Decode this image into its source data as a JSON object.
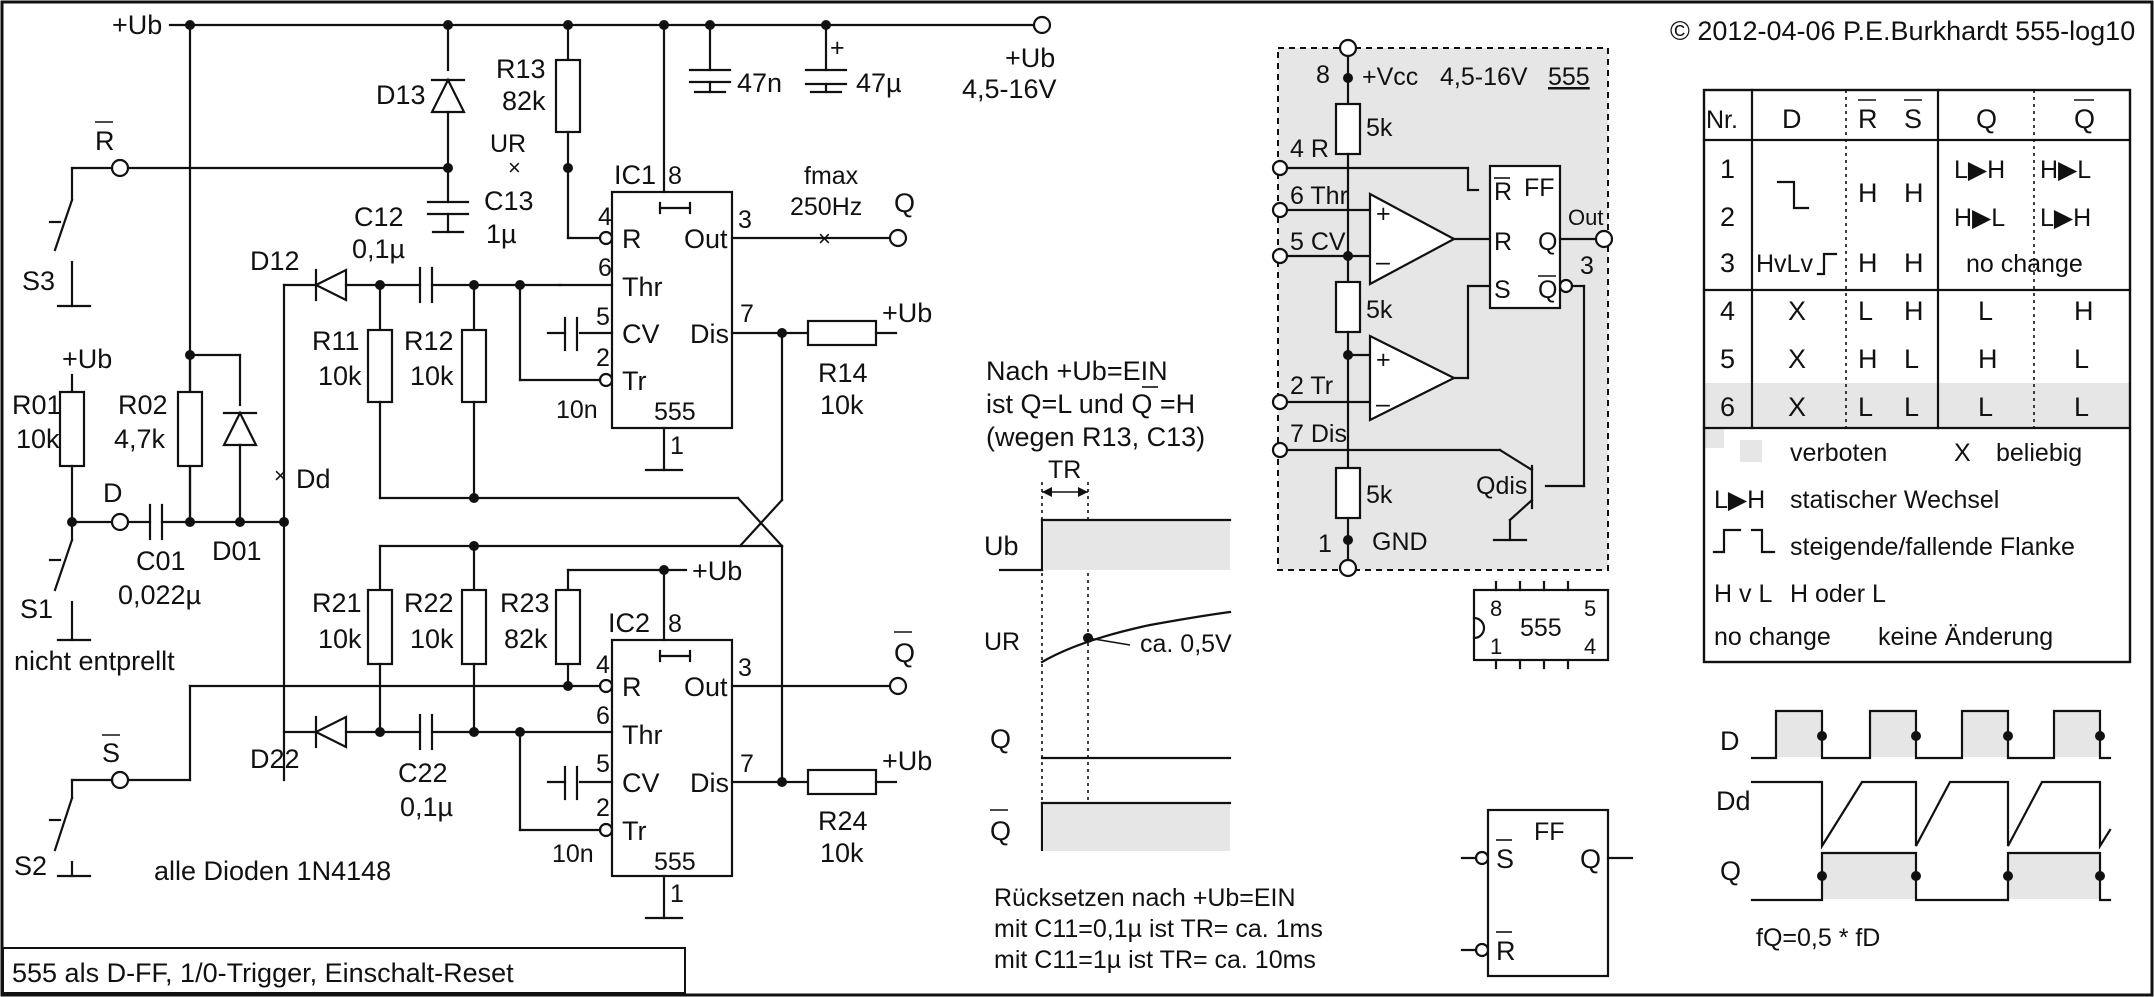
{
  "copyright": "© 2012-04-06 P.E.Burkhardt 555-log10",
  "footer_title": "555 als D-FF, 1/0-Trigger, Einschalt-Reset",
  "supply": {
    "net": "+Ub",
    "range": "4,5-16V",
    "c_small": "47n",
    "c_large": "47µ"
  },
  "labels": {
    "R_bar": "R",
    "S_bar": "S",
    "S1": "S1",
    "S2": "S2",
    "S3": "S3",
    "not_debounced": "nicht entprellt",
    "diodes_note": "alle Dioden 1N4148",
    "D": "D",
    "Dd": "Dd",
    "UR": "UR",
    "fmax": "fmax",
    "fmax_val": "250Hz",
    "Q": "Q",
    "Qbar": "Q",
    "plus_ub": "+Ub"
  },
  "components": {
    "R01": "R01",
    "R01_val": "10k",
    "R02": "R02",
    "R02_val": "4,7k",
    "C01": "C01",
    "C01_val": "0,022µ",
    "D01": "D01",
    "D12": "D12",
    "D13": "D13",
    "D22": "D22",
    "R11": "R11",
    "R11_val": "10k",
    "R12": "R12",
    "R12_val": "10k",
    "R13": "R13",
    "R13_val": "82k",
    "C12": "C12",
    "C12_val": "0,1µ",
    "C13": "C13",
    "C13_val": "1µ",
    "R14": "R14",
    "R14_val": "10k",
    "R21": "R21",
    "R21_val": "10k",
    "R22": "R22",
    "R22_val": "10k",
    "R23": "R23",
    "R23_val": "82k",
    "C22": "C22",
    "C22_val": "0,1µ",
    "R24": "R24",
    "R24_val": "10k",
    "cv_cap": "10n"
  },
  "ic1": {
    "name": "IC1",
    "type": "555",
    "pin8": "8",
    "pin1": "1",
    "pin4": "4",
    "pin6": "6",
    "pin5": "5",
    "pin2": "2",
    "pin3": "3",
    "pin7": "7",
    "R": "R",
    "Thr": "Thr",
    "CV": "CV",
    "Tr": "Tr",
    "Out": "Out",
    "Dis": "Dis"
  },
  "ic2": {
    "name": "IC2",
    "type": "555",
    "pin8": "8",
    "pin1": "1",
    "pin4": "4",
    "pin6": "6",
    "pin5": "5",
    "pin2": "2",
    "pin3": "3",
    "pin7": "7",
    "R": "R",
    "Thr": "Thr",
    "CV": "CV",
    "Tr": "Tr",
    "Out": "Out",
    "Dis": "Dis"
  },
  "timing": {
    "note1": "Nach +Ub=EIN",
    "note2": "ist Q=L und Q =H",
    "note3": "(wegen R13, C13)",
    "TR": "TR",
    "Ub": "Ub",
    "UR": "UR",
    "ur_val": "ca. 0,5V",
    "Q": "Q",
    "Qbar": "Q",
    "reset1": "Rücksetzen nach +Ub=EIN",
    "reset2": "mit C11=0,1µ ist TR= ca. 1ms",
    "reset3": "mit C11=1µ ist TR= ca. 10ms"
  },
  "internal": {
    "title": "555",
    "vcc": "+Vcc",
    "vcc_range": "4,5-16V",
    "pin8": "8",
    "pin1": "1",
    "gnd": "GND",
    "r": "5k",
    "p4": "4 R",
    "p6": "6 Thr",
    "p5": "5 CV",
    "p2": "2 Tr",
    "p7": "7 Dis",
    "ff": "FF",
    "R": "R",
    "S": "S",
    "Q": "Q",
    "Qbar": "Q",
    "out": "Out",
    "p3": "3",
    "qdis": "Qdis",
    "plus": "+",
    "minus": "–"
  },
  "package": {
    "label": "555",
    "p8": "8",
    "p1": "1",
    "p5": "5",
    "p4": "4"
  },
  "ff_symbol": {
    "label": "FF",
    "S": "S",
    "R": "R",
    "Q": "Q"
  },
  "truth_table": {
    "headers": [
      "Nr.",
      "D",
      "R",
      "S",
      "Q",
      "Q"
    ],
    "rows": [
      {
        "nr": "1",
        "d": "",
        "r": "",
        "s": "",
        "q": "L▶H",
        "qb": "H▶L"
      },
      {
        "nr": "2",
        "d": "",
        "r": "H",
        "s": "H",
        "q": "H▶L",
        "qb": "L▶H"
      },
      {
        "nr": "3",
        "d": "HvLv",
        "r": "H",
        "s": "H",
        "q": "no change",
        "qb": ""
      },
      {
        "nr": "4",
        "d": "X",
        "r": "L",
        "s": "H",
        "q": "L",
        "qb": "H"
      },
      {
        "nr": "5",
        "d": "X",
        "r": "H",
        "s": "L",
        "q": "H",
        "qb": "L"
      },
      {
        "nr": "6",
        "d": "X",
        "r": "L",
        "s": "L",
        "q": "L",
        "qb": "L"
      }
    ],
    "legend": {
      "forbidden": "verboten",
      "x": "X",
      "any": "beliebig",
      "lh": "L▶H",
      "static": "statischer Wechsel",
      "edge": "steigende/fallende Flanke",
      "hvl": "H v L",
      "hvl_text": "H oder L",
      "nc": "no change",
      "nc_text": "keine Änderung"
    }
  },
  "waveforms": {
    "D": "D",
    "Dd": "Dd",
    "Q": "Q",
    "formula": "fQ=0,5 * fD"
  }
}
